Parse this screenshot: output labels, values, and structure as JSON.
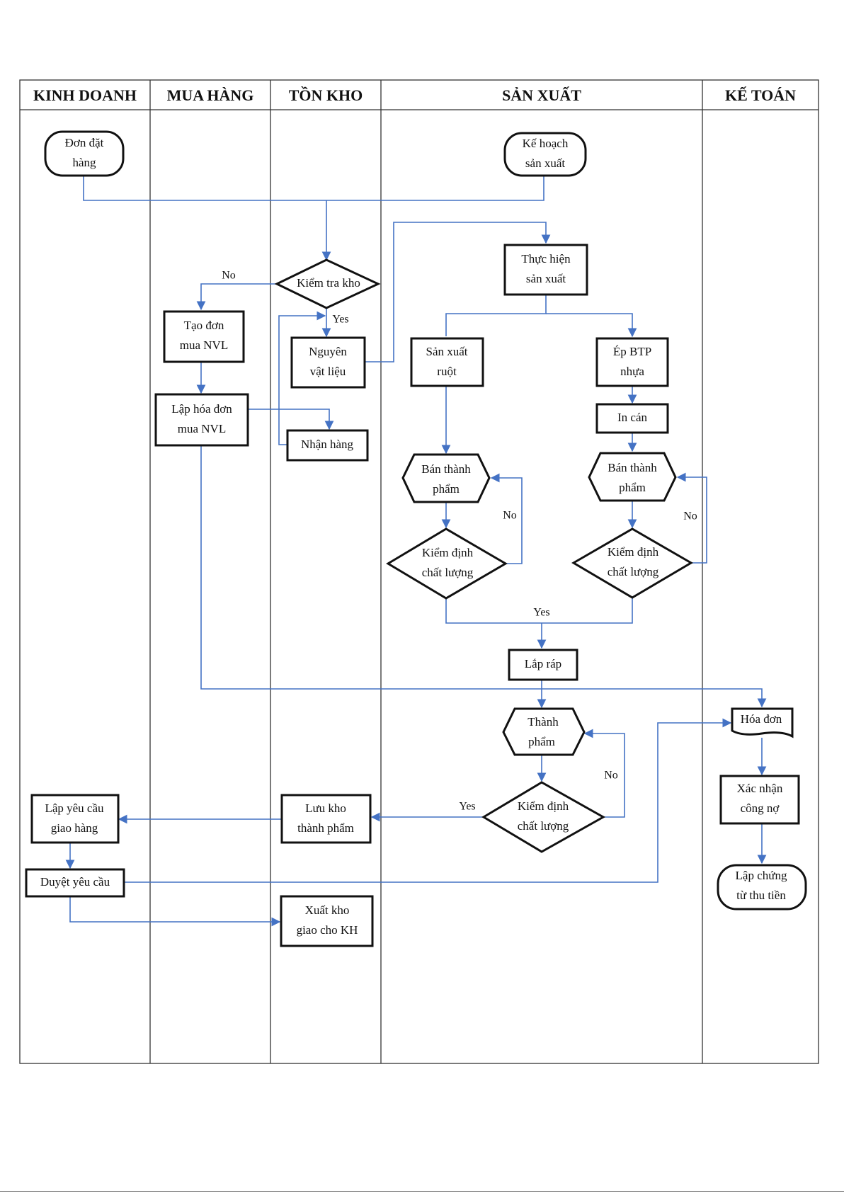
{
  "lanes": [
    "KINH DOANH",
    "MUA HÀNG",
    "TỒN KHO",
    "SẢN XUẤT",
    "KẾ TOÁN"
  ],
  "nodes": {
    "don_dat_hang": [
      "Đơn đặt",
      "hàng"
    ],
    "ke_hoach_san_xuat": [
      "Kế hoạch",
      "sản xuất"
    ],
    "kiem_tra_kho": [
      "Kiểm tra kho"
    ],
    "thuc_hien_san_xuat": [
      "Thực hiện",
      "sản xuất"
    ],
    "tao_don_mua_nvl": [
      "Tạo đơn",
      "mua NVL"
    ],
    "nguyen_vat_lieu": [
      "Nguyên",
      "vật liệu"
    ],
    "san_xuat_ruot": [
      "Sản xuất",
      "ruột"
    ],
    "ep_btp_nhua": [
      "Ép BTP",
      "nhựa"
    ],
    "lap_hoa_don_mua_nvl": [
      "Lập hóa đơn",
      "mua NVL"
    ],
    "nhan_hang": [
      "Nhận hàng"
    ],
    "in_can": [
      "In cán"
    ],
    "ban_thanh_pham_1": [
      "Bán thành",
      "phẩm"
    ],
    "ban_thanh_pham_2": [
      "Bán thành",
      "phẩm"
    ],
    "kiem_dinh_1": [
      "Kiểm định",
      "chất lượng"
    ],
    "kiem_dinh_2": [
      "Kiểm định",
      "chất lượng"
    ],
    "lap_rap": [
      "Lắp ráp"
    ],
    "thanh_pham": [
      "Thành",
      "phẩm"
    ],
    "hoa_don": [
      "Hóa đơn"
    ],
    "kiem_dinh_3": [
      "Kiểm định",
      "chất lượng"
    ],
    "luu_kho_thanh_pham": [
      "Lưu kho",
      "thành phẩm"
    ],
    "lap_yeu_cau_giao_hang": [
      "Lập yêu cầu",
      "giao hàng"
    ],
    "xac_nhan_cong_no": [
      "Xác nhận",
      "công nợ"
    ],
    "duyet_yeu_cau": [
      "Duyệt yêu cầu"
    ],
    "lap_chung_tu_thu_tien": [
      "Lập chứng",
      "từ thu tiền"
    ],
    "xuat_kho_giao_kh": [
      "Xuất kho",
      "giao cho KH"
    ]
  },
  "edge_labels": {
    "kho_no": "No",
    "kho_yes": "Yes",
    "qc1_no": "No",
    "qc2_no": "No",
    "qc12_yes": "Yes",
    "qc3_no": "No",
    "qc3_yes": "Yes"
  },
  "colors": {
    "connector": "#4472c4",
    "border": "#111111",
    "frame": "#333333"
  }
}
